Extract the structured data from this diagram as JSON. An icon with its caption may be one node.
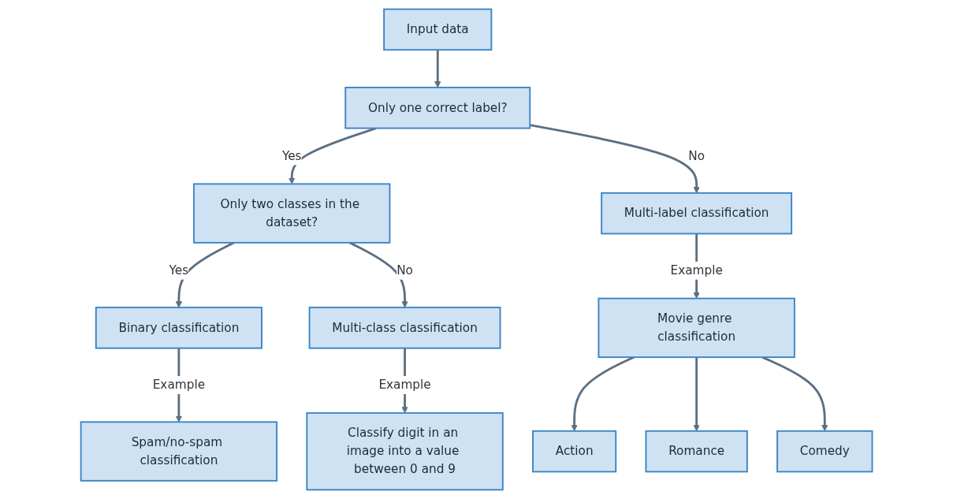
{
  "diagram": {
    "nodes": [
      {
        "text": [
          "Input data"
        ]
      },
      {
        "text": [
          "Only one correct label?"
        ]
      },
      {
        "text": [
          "Only two classes in the dataset?"
        ]
      },
      {
        "text": [
          "Multi-label classification"
        ]
      },
      {
        "text": [
          "Binary classification"
        ]
      },
      {
        "text": [
          "Multi-class classification"
        ]
      },
      {
        "text": [
          "Spam/no-spam classification"
        ]
      },
      {
        "text": [
          "Classify digit in an image into a value between 0 and 9"
        ]
      },
      {
        "text": [
          "Movie genre classification"
        ]
      },
      {
        "text": [
          "Action"
        ]
      },
      {
        "text": [
          "Romance"
        ]
      },
      {
        "text": [
          "Comedy"
        ]
      }
    ],
    "edges": [
      {
        "from": 0,
        "to": 1,
        "arrow": "to"
      },
      {
        "from": 1,
        "to": 2,
        "arrow": "to",
        "label": "Yes"
      },
      {
        "from": 1,
        "to": 3,
        "arrow": "to",
        "label": "No"
      },
      {
        "from": 2,
        "to": 4,
        "arrow": "to",
        "label": "Yes"
      },
      {
        "from": 2,
        "to": 5,
        "arrow": "to",
        "label": "No"
      },
      {
        "from": 4,
        "to": 6,
        "arrow": "to",
        "label": "Example"
      },
      {
        "from": 5,
        "to": 7,
        "arrow": "to",
        "label": "Example"
      },
      {
        "from": 3,
        "to": 8,
        "arrow": "to",
        "label": "Example"
      },
      {
        "from": 8,
        "to": 9,
        "arrow": "to"
      },
      {
        "from": 8,
        "to": 10,
        "arrow": "to"
      },
      {
        "from": 8,
        "to": 11,
        "arrow": "to"
      }
    ]
  }
}
